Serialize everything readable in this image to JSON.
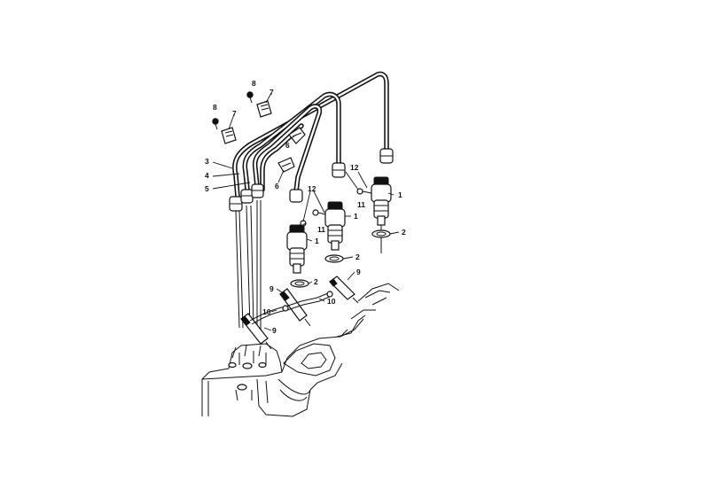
{
  "callouts": {
    "c1a": "1",
    "c1b": "1",
    "c1c": "1",
    "c2a": "2",
    "c2b": "2",
    "c2c": "2",
    "c3": "3",
    "c4": "4",
    "c5": "5",
    "c6a": "6",
    "c6b": "6",
    "c7a": "7",
    "c7b": "7",
    "c8a": "8",
    "c8b": "8",
    "c9a": "9",
    "c9b": "9",
    "c9c": "9",
    "c10a": "10",
    "c10b": "10",
    "c11a": "11",
    "c11b": "11",
    "c12a": "12",
    "c12b": "12"
  },
  "colors": {
    "line": "#111111",
    "background": "#ffffff"
  }
}
